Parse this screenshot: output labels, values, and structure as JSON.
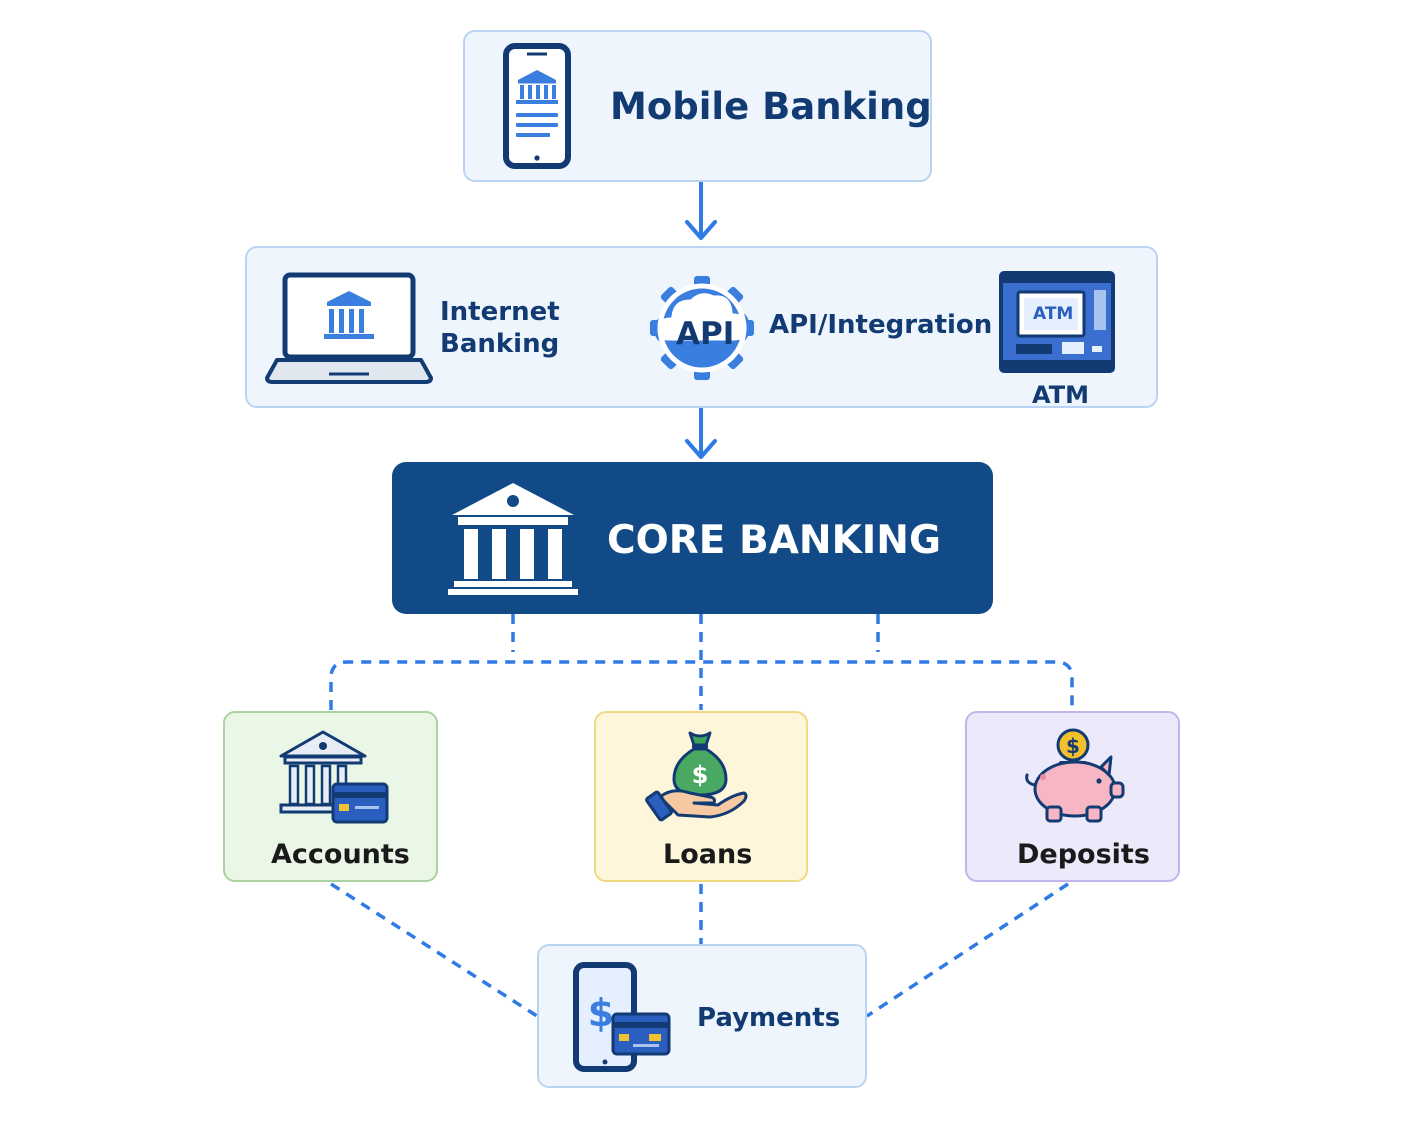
{
  "colors": {
    "light_fill": "#eef5fd",
    "light_border": "#b9d4f2",
    "core_fill": "#114a86",
    "arrow": "#2f7ae5",
    "dash": "#2f7ae5",
    "accounts_fill": "#eaf6e6",
    "accounts_border": "#a9d3a0",
    "loans_fill": "#fdf6da",
    "loans_border": "#efd983",
    "deposits_fill": "#ece9fa",
    "deposits_border": "#c3b5ec",
    "text_dark": "#123a73",
    "text_black": "#1a1a1a"
  },
  "nodes": {
    "mobile": {
      "label": "Mobile Banking",
      "icon": "mobile-bank-icon"
    },
    "internet": {
      "label_line1": "Internet",
      "label_line2": "Banking",
      "icon": "laptop-bank-icon"
    },
    "api": {
      "badge": "API",
      "label": "API/Integration",
      "icon": "api-gear-cloud-icon"
    },
    "atm": {
      "screen": "ATM",
      "label": "ATM",
      "icon": "atm-machine-icon"
    },
    "core": {
      "label": "CORE BANKING",
      "icon": "bank-building-icon"
    },
    "accounts": {
      "label": "Accounts",
      "icon": "bank-card-icon"
    },
    "loans": {
      "label": "Loans",
      "icon": "money-bag-hand-icon"
    },
    "deposits": {
      "label": "Deposits",
      "icon": "piggy-bank-icon"
    },
    "payments": {
      "label": "Payments",
      "icon": "phone-card-payment-icon"
    }
  }
}
